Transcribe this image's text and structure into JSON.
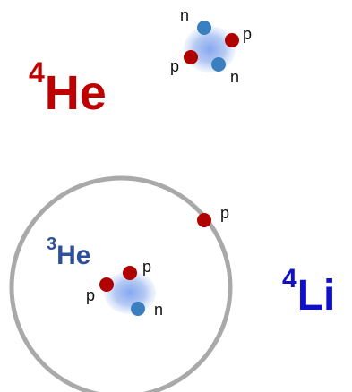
{
  "colors": {
    "proton": "#b00000",
    "neutron": "#3a7fc0",
    "he4_text": "#c00000",
    "he3_text": "#2e4f9a",
    "li4_text": "#1010c8",
    "orbit": "#a9a9a9",
    "cloud": "#9db8ec"
  },
  "he4": {
    "mass": "4",
    "symbol": "He"
  },
  "he3": {
    "mass": "3",
    "symbol": "He"
  },
  "li4": {
    "mass": "4",
    "symbol": "Li"
  },
  "labels": {
    "proton": "p",
    "neutron": "n"
  }
}
